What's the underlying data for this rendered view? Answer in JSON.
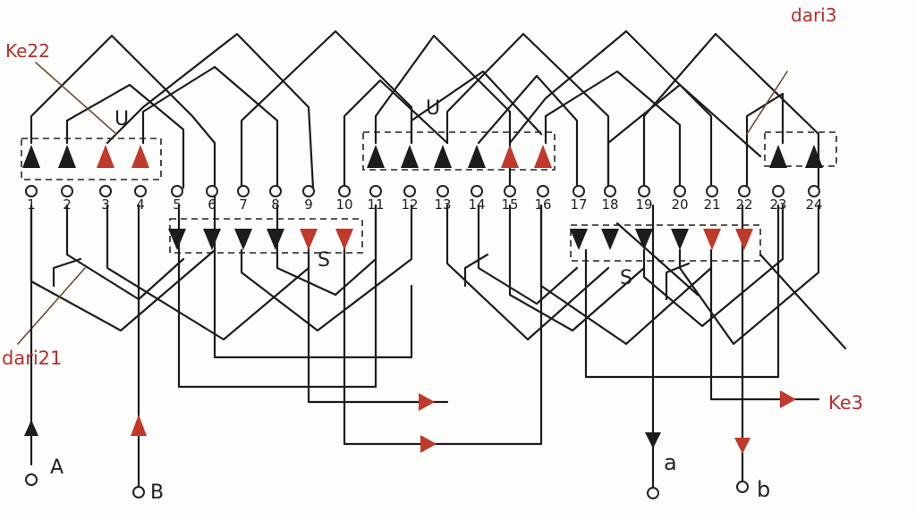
{
  "diagram": {
    "slot_numbers": [
      "1",
      "2",
      "3",
      "4",
      "5",
      "6",
      "7",
      "8",
      "9",
      "10",
      "11",
      "12",
      "13",
      "14",
      "15",
      "16",
      "17",
      "18",
      "19",
      "20",
      "21",
      "22",
      "23",
      "24"
    ],
    "group_labels": {
      "u_left": "U",
      "u_mid": "U",
      "s_left": "S",
      "s_right": "S"
    },
    "annotations": {
      "ke22": "Ke22",
      "dari3": "dari3",
      "dari21": "dari21",
      "ke3": "Ke3"
    },
    "terminals": {
      "A": "A",
      "B": "B",
      "a": "a",
      "b": "b"
    },
    "colors": {
      "ink": "#1c1c1c",
      "red": "#c0392b",
      "brown": "#6b4a3a"
    }
  }
}
